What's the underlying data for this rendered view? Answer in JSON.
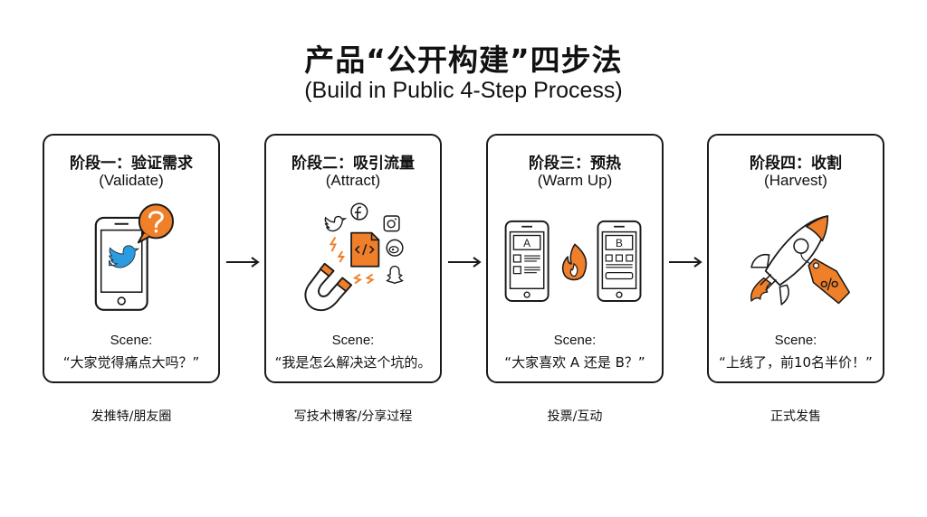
{
  "header": {
    "title": "产品“公开构建”四步法",
    "subtitle": "(Build in Public 4-Step Process)"
  },
  "colors": {
    "accent": "#F07F2A",
    "twitter_blue": "#2D9BE0",
    "stroke": "#1a1a1a"
  },
  "stages": [
    {
      "title": "阶段一：验证需求",
      "subtitle": "(Validate)",
      "icon": "phone-twitter-question-icon",
      "scene_label": "Scene:",
      "scene_quote": "“大家觉得痛点大吗？”",
      "action": "发推特/朋友圈"
    },
    {
      "title": "阶段二：吸引流量",
      "subtitle": "(Attract)",
      "icon": "magnet-code-social-icon",
      "scene_label": "Scene:",
      "scene_quote": "“我是怎么解决这个坑的。",
      "action": "写技术博客/分享过程"
    },
    {
      "title": "阶段三：预热",
      "subtitle": "(Warm Up)",
      "icon": "ab-test-fire-icon",
      "scene_label": "Scene:",
      "scene_quote": "“大家喜欢 A 还是 B？”",
      "action": "投票/互动",
      "variant_a": "A",
      "variant_b": "B"
    },
    {
      "title": "阶段四：收割",
      "subtitle": "(Harvest)",
      "icon": "rocket-price-tag-icon",
      "scene_label": "Scene:",
      "scene_quote": "“上线了，前10名半价！”",
      "action": "正式发售",
      "tag_symbol": "%"
    }
  ]
}
